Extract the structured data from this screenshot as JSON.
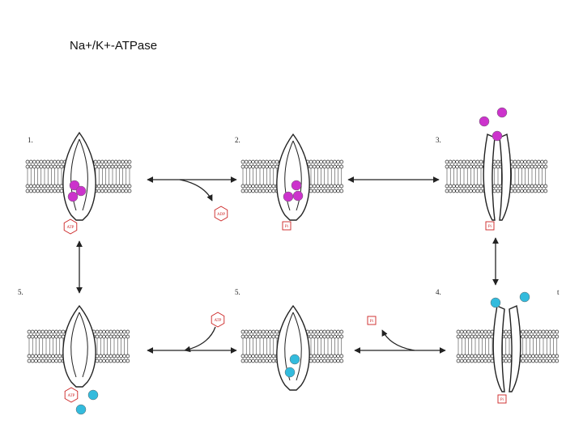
{
  "title": "Na+/K+-ATPase",
  "step_labels": [
    "1.",
    "2.",
    "3.",
    "4.",
    "5.",
    "5.",
    "t"
  ],
  "chem_labels": {
    "atp": "ATP",
    "adp": "ADP",
    "pi": "Pi"
  },
  "colors": {
    "sodium": "#cc33cc",
    "potassium": "#33bbdd",
    "membrane": "#222222",
    "phosphate": "#cc2222"
  }
}
